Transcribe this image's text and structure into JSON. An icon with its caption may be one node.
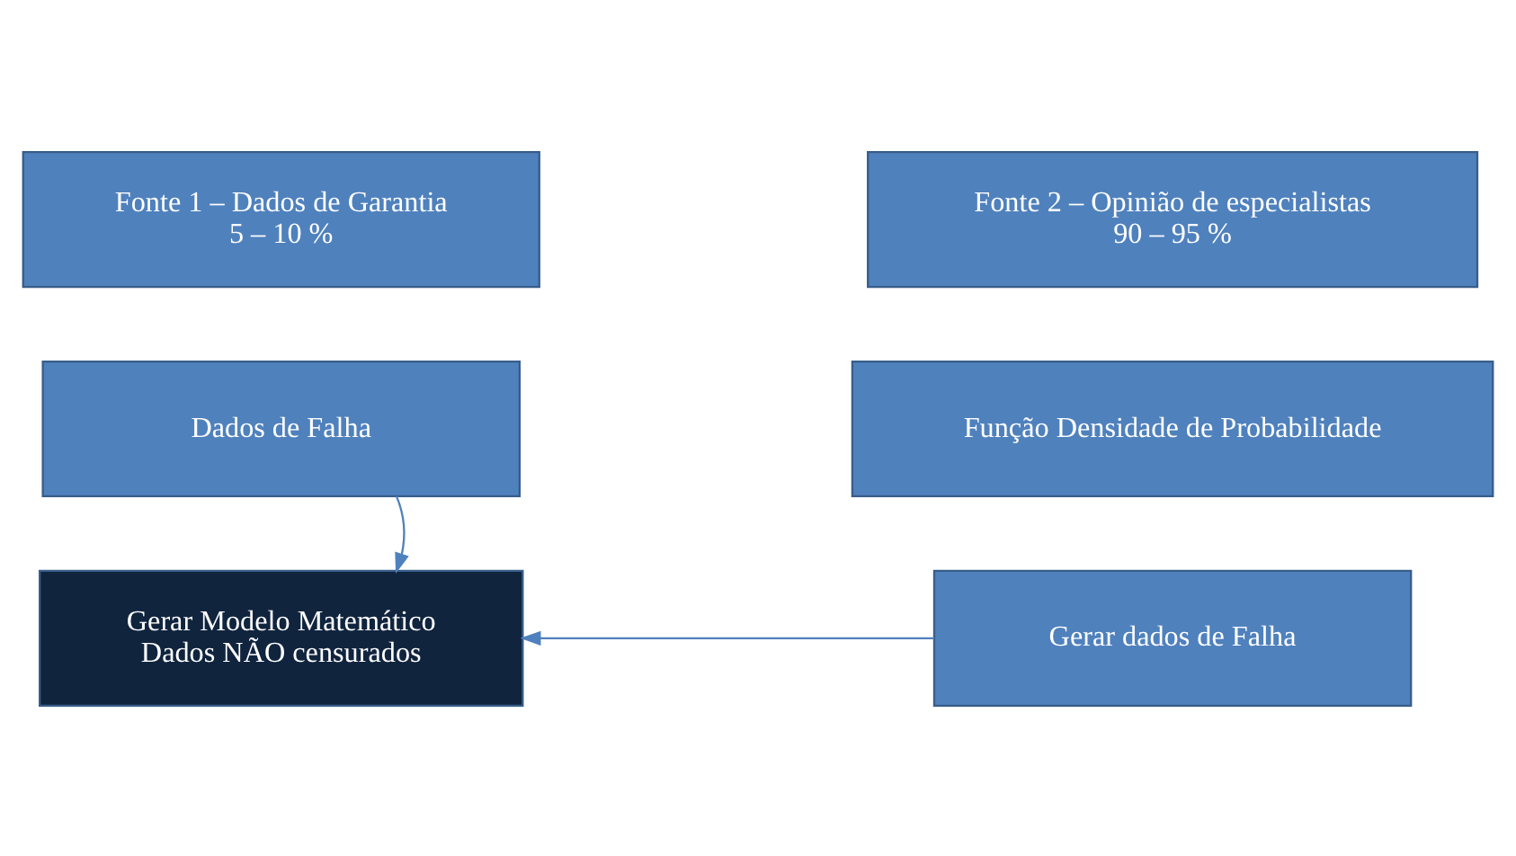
{
  "diagram": {
    "nodes": [
      {
        "text": [
          "Fonte 1 – Dados de Garantia",
          "5 – 10 %"
        ]
      },
      {
        "text": [
          "Fonte 2 – Opinião de especialistas",
          "90 – 95 %"
        ]
      },
      {
        "text": [
          "Dados de Falha"
        ]
      },
      {
        "text": [
          "Função Densidade de Probabilidade"
        ]
      },
      {
        "text": [
          "Gerar dados de Falha"
        ]
      },
      {
        "text": [
          "Gerar Modelo Matemático",
          "Dados NÃO censurados"
        ]
      }
    ],
    "edges": [
      {
        "from": 2,
        "to": 5,
        "arrow": "to"
      },
      {
        "from": 4,
        "to": 5,
        "arrow": "to"
      }
    ]
  }
}
